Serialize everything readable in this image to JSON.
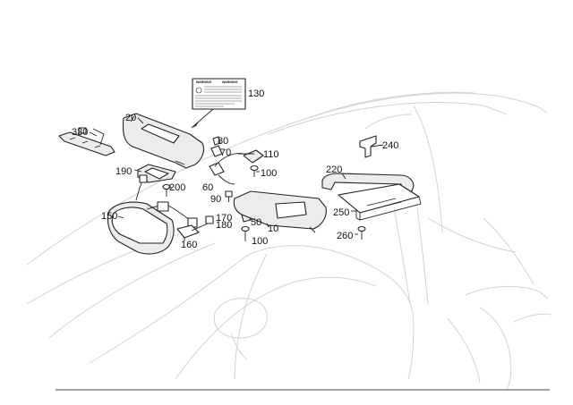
{
  "diagram": {
    "callouts": [
      {
        "id": "130",
        "text": "130"
      },
      {
        "id": "20",
        "text": "20"
      },
      {
        "id": "330",
        "text": "330"
      },
      {
        "id": "80",
        "text": "80"
      },
      {
        "id": "70",
        "text": "70"
      },
      {
        "id": "110",
        "text": "110"
      },
      {
        "id": "100a",
        "text": "100"
      },
      {
        "id": "240",
        "text": "240"
      },
      {
        "id": "220",
        "text": "220"
      },
      {
        "id": "190",
        "text": "190"
      },
      {
        "id": "200",
        "text": "200"
      },
      {
        "id": "60",
        "text": "60"
      },
      {
        "id": "90",
        "text": "90"
      },
      {
        "id": "170",
        "text": "170"
      },
      {
        "id": "180",
        "text": "180"
      },
      {
        "id": "50",
        "text": "50"
      },
      {
        "id": "10",
        "text": "10"
      },
      {
        "id": "150",
        "text": "150"
      },
      {
        "id": "160",
        "text": "160"
      },
      {
        "id": "100b",
        "text": "100"
      },
      {
        "id": "250",
        "text": "250"
      },
      {
        "id": "260",
        "text": "260"
      }
    ],
    "warning_label": {
      "heading_left": "WARNING",
      "heading_right": "WARNING"
    }
  }
}
